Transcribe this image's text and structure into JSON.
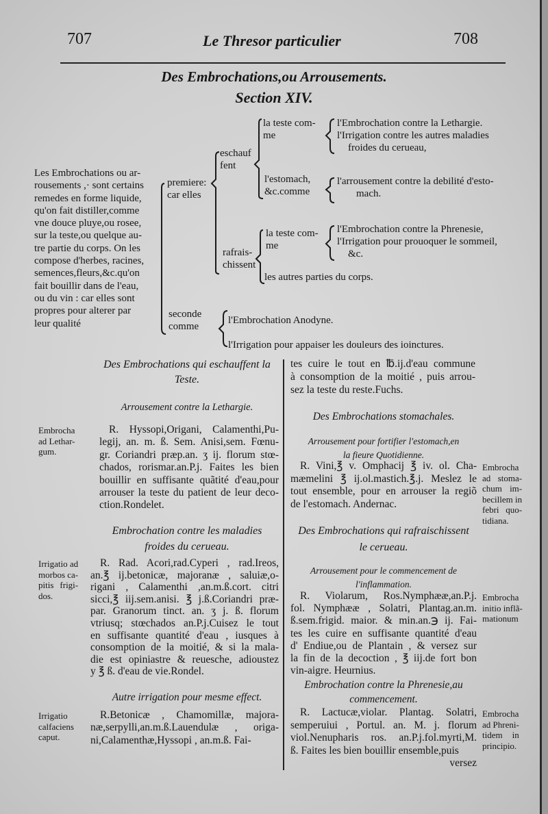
{
  "header": {
    "page_left": "707",
    "running_title": "Le Thresor particulier",
    "page_right": "708"
  },
  "title": {
    "main": "Des Embrochations,ou Arrousements.",
    "section": "Section XIV."
  },
  "diagram": {
    "intro": [
      "Les Embrochations ou ar-",
      "rousements ,· sont certains",
      "remedes en forme liquide,",
      "qu'on fait distiller,comme",
      "vne douce pluye,ou rosee,",
      "sur la teste,ou quelque au-",
      "tre partie du corps. On les",
      "compose d'herbes, racines,",
      "semences,fleurs,&c.qu'on",
      "fait bouillir dans de l'eau,",
      "ou du vin : car elles sont",
      "propres pour alterer par",
      "leur qualité"
    ],
    "premiere": [
      "premiere:",
      "car elles"
    ],
    "seconde": [
      "seconde",
      "comme"
    ],
    "eschauffent": [
      "eschauf",
      "fent"
    ],
    "rafraischissent": [
      "rafrais-",
      "chissent"
    ],
    "teste1": [
      "la teste com-",
      "me"
    ],
    "estomach": [
      "l'estomach,",
      "&c.comme"
    ],
    "teste2": [
      "la teste com-",
      "me"
    ],
    "autres_parties": [
      "les autres parties du corps."
    ],
    "r_teste1": [
      "l'Embrochation contre la Lethargie.",
      "l'Irrigation contre les autres maladies",
      "froides du cerueau,"
    ],
    "r_estomach": [
      "l'arrousement contre la debilité d'esto-",
      "mach."
    ],
    "r_teste2": [
      "l'Embrochation contre la Phrenesie,",
      "l'Irrigation pour prouoquer le sommeil,",
      "&c."
    ],
    "r_seconde": [
      "l'Embrochation Anodyne.",
      "l'Irrigation pour appaiser les douleurs des ioinctures."
    ]
  },
  "left": {
    "h1": [
      "Des Embrochations qui eschauffent la",
      "Teste."
    ],
    "s1": [
      "Arrousement contre la Lethargie."
    ],
    "p1": [
      "R. Hyssopi,Origani, Calamenthi,Pu-",
      "legij, an. m. ß. Sem. Anisi,sem. Fœnu-",
      "gr. Coriandri præp.an. ʒ ij. florum stœ-",
      "chados, rorismar.an.P.j. Faites les bien",
      "bouillir en suffisante quãtité d'eau,pour",
      "arrouser la teste du patient de leur deco-",
      "ction.Rondelet."
    ],
    "m1": [
      "Embrocha",
      "ad Lethar-",
      "gum."
    ],
    "s2": [
      "Embrochation contre les maladies",
      "froides du cerueau."
    ],
    "p2": [
      "R. Rad. Acori,rad.Cyperi , rad.Ireos,",
      "an.℥ ij.betonicæ, majoranæ , saluiæ,o-",
      "rigani , Calamenthi ,an.m.ß.cort. citri",
      "sicci,℥ iij.sem.anisi. ℥ j.ß.Coriandri præ-",
      "par. Granorum tinct. an. ʒ j. ß. florum",
      "vtriusq; stœchados an.P.j.Cuisez le tout",
      "en suffisante quantité d'eau , iusques à",
      "consomption de la moitié, & si la mala-",
      "die est opiniastre & reuesche, adioustez",
      "y ℥ ß. d'eau de vie.Rondel."
    ],
    "m2": [
      "Irrigatio ad",
      "morbos ca-",
      "pitis frigi-",
      "dos."
    ],
    "s3": [
      "Autre irrigation pour mesme effect."
    ],
    "p3": [
      "R.Betonicæ , Chamomillæ, majora-",
      "næ,serpylli,an.m.ß.Lauendulæ , origa-",
      "ni,Calamenthæ,Hyssopi , an.m.ß. Fai-"
    ],
    "m3": [
      "Irrigatio",
      "calfaciens",
      "caput."
    ]
  },
  "right": {
    "p0": [
      "tes cuire le tout en ℔.ij.d'eau commune",
      "à consomption de la moitié , puis arrou-",
      "sez la teste du reste.Fuchs."
    ],
    "h2": [
      "Des Embrochations stomachales."
    ],
    "s4": [
      "Arrousement pour fortifier l'estomach,en",
      "la fieure Quotidienne."
    ],
    "p4": [
      "R. Vini,℥ v. Omphacij ℥ iv. ol. Cha-",
      "mæmelini ℥ ij.ol.mastich.℥.j. Meslez le",
      "tout ensemble, pour en arrouser la regiõ",
      "de l'estomach. Andernac."
    ],
    "m4": [
      "Embrocha",
      "ad stoma-",
      "chum im-",
      "becillem in",
      "febri quo-",
      "tidiana."
    ],
    "h3": [
      "Des Embrochations qui rafraischissent",
      "le cerueau."
    ],
    "s5": [
      "Arrousement pour le commencement de",
      "l'inflammation."
    ],
    "p5": [
      "R. Violarum, Ros.Nymphææ,an.P.j.",
      "fol. Nymphææ , Solatri, Plantag.an.m.",
      "ß.sem.frigid. maior. & min.an.℈ ij. Fai-",
      "tes les cuire en suffisante quantité d'eau",
      "d' Endiue,ou de Plantain , & versez sur",
      "la fin de la decoction , ℥ iij.de fort bon",
      "vin-aigre. Heurnius."
    ],
    "m5": [
      "Embrocha",
      "initio inflã-",
      "mationum"
    ],
    "s6": [
      "Embrochation contre la Phrenesie,au",
      "commencement."
    ],
    "p6": [
      "R. Lactucæ,violar. Plantag. Solatri,",
      "semperuiui , Portul. an. M. j. florum",
      "viol.Nenupharis ros. an.P.j.fol.myrti,M.",
      "ß. Faites les bien bouillir ensemble,puis"
    ],
    "p6b": [
      "versez"
    ],
    "m6": [
      "Embrocha",
      "ad Phreni-",
      "tidem in",
      "principio."
    ]
  }
}
